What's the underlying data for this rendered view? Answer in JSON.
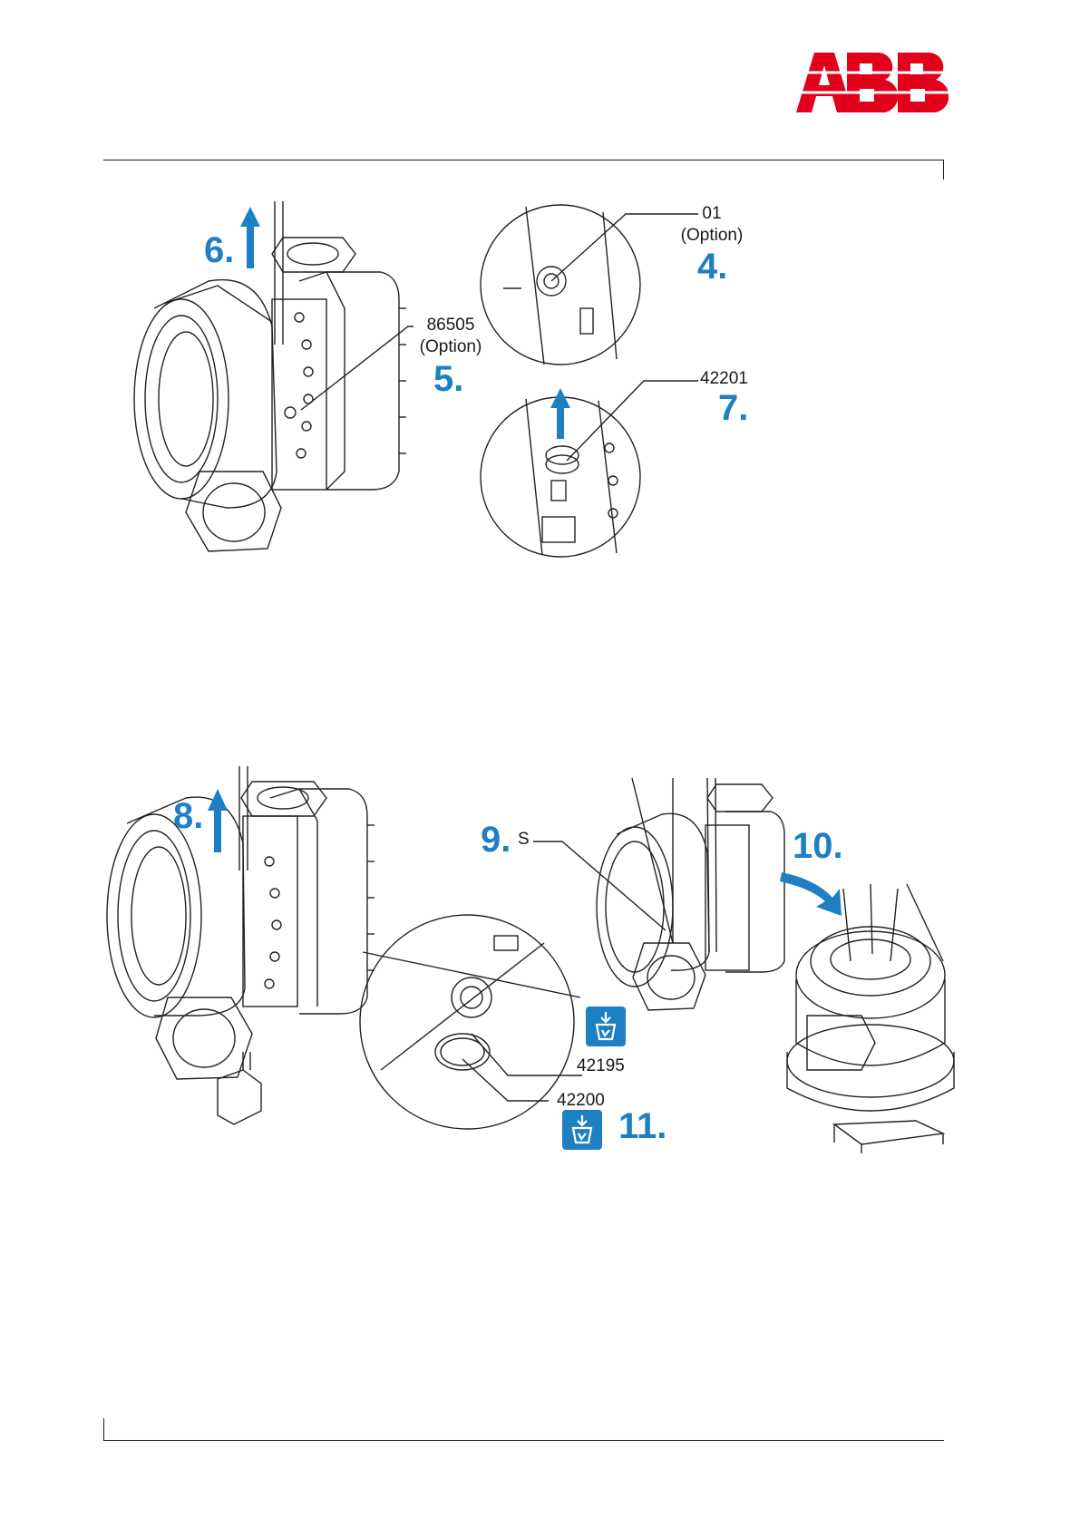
{
  "header": {
    "logo_text": "ABB",
    "brand_color": "#e2001a",
    "step_color": "#1e7fc3"
  },
  "figure1": {
    "steps": {
      "s4": "4.",
      "s5": "5.",
      "s6": "6.",
      "s7": "7."
    },
    "labels": {
      "part_01": "01",
      "part_01_note": "(Option)",
      "part_86505": "86505",
      "part_86505_note": "(Option)",
      "part_42201": "42201"
    }
  },
  "figure2": {
    "steps": {
      "s8": "8.",
      "s9": "9.",
      "s10": "10.",
      "s11": "11."
    },
    "labels": {
      "s_marker": "S",
      "part_42195": "42195",
      "part_42200": "42200"
    },
    "icons": [
      "recycle-bin-icon",
      "recycle-bin-icon"
    ]
  }
}
